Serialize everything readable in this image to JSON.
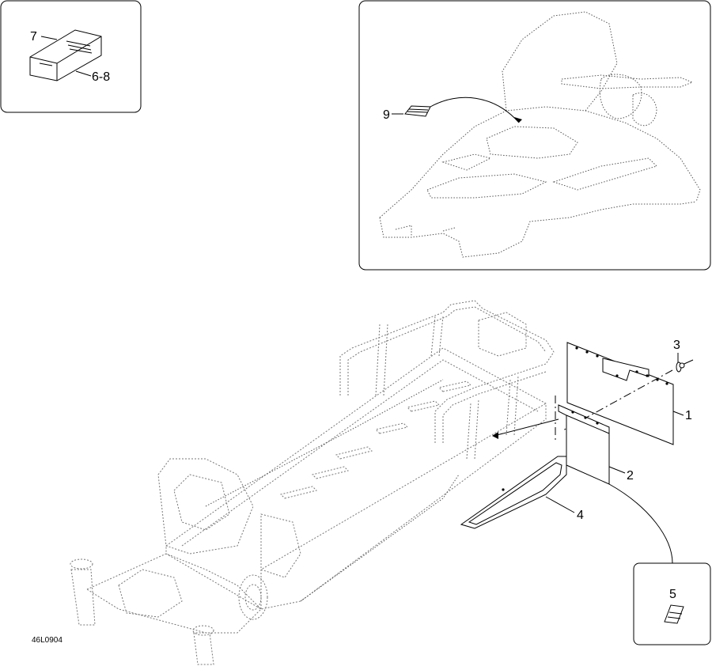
{
  "diagram": {
    "drawing_code": "46L0904",
    "callouts": {
      "c1": "1",
      "c2": "2",
      "c3": "3",
      "c4": "4",
      "c5": "5",
      "c6_8": "6-8",
      "c7": "7",
      "c9": "9"
    }
  }
}
